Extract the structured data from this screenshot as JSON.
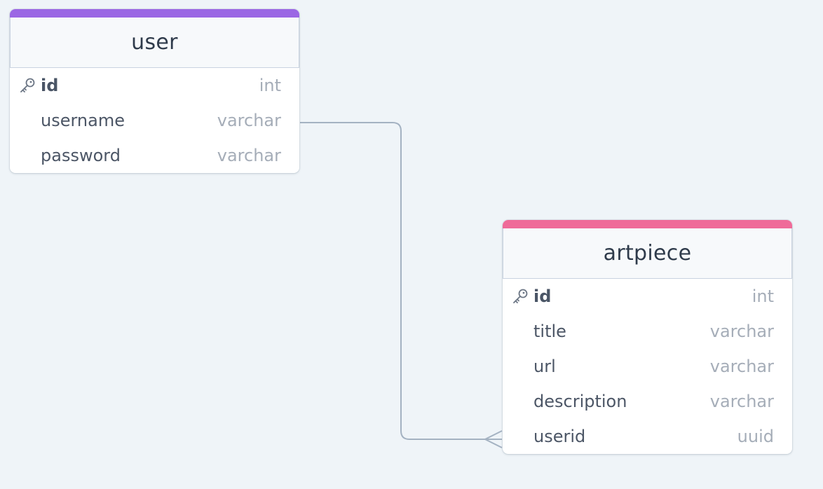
{
  "tables": {
    "user": {
      "name": "user",
      "accent_color": "#9b66e4",
      "columns": [
        {
          "name": "id",
          "type": "int",
          "primary_key": true
        },
        {
          "name": "username",
          "type": "varchar",
          "primary_key": false
        },
        {
          "name": "password",
          "type": "varchar",
          "primary_key": false
        }
      ]
    },
    "artpiece": {
      "name": "artpiece",
      "accent_color": "#ef6b99",
      "columns": [
        {
          "name": "id",
          "type": "int",
          "primary_key": true
        },
        {
          "name": "title",
          "type": "varchar",
          "primary_key": false
        },
        {
          "name": "url",
          "type": "varchar",
          "primary_key": false
        },
        {
          "name": "description",
          "type": "varchar",
          "primary_key": false
        },
        {
          "name": "userid",
          "type": "uuid",
          "primary_key": false
        }
      ]
    }
  },
  "relationship": {
    "from": "user.username",
    "to": "artpiece.userid",
    "cardinality": "one-to-many"
  },
  "colors": {
    "background": "#eff4f8",
    "connector": "#a4b2c2"
  },
  "icons": {
    "primary_key": "key-icon"
  }
}
